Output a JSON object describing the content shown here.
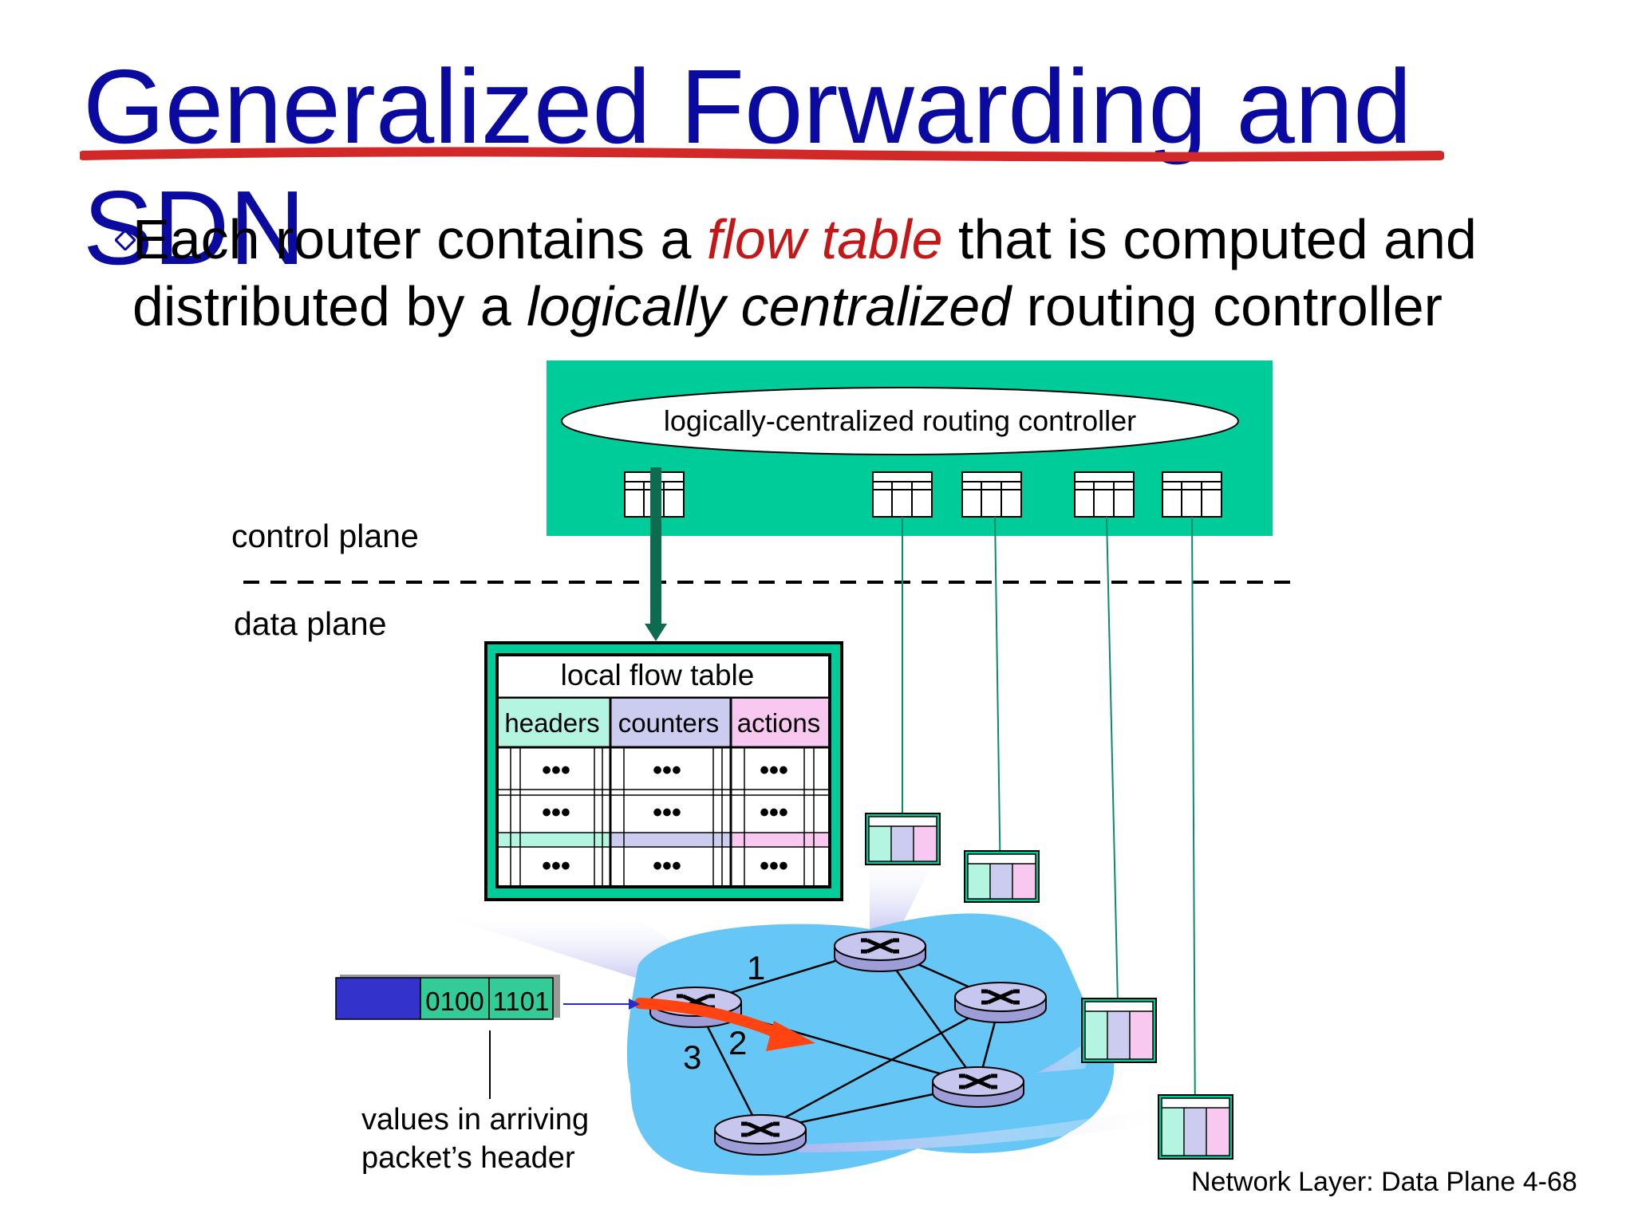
{
  "slide": {
    "title": "Generalized Forwarding and SDN",
    "bullet": {
      "pre": "Each router contains a ",
      "highlight": "flow table",
      "mid": " that is computed and",
      "line2_pre": "distributed by a ",
      "line2_italic": "logically centralized",
      "line2_post": " routing controller"
    }
  },
  "diagram": {
    "controller_label": "logically-centralized routing controller",
    "control_plane_label": "control plane",
    "data_plane_label": "data plane",
    "flow_table": {
      "title": "local flow table",
      "columns": [
        "headers",
        "counters",
        "actions"
      ],
      "ellipsis": "•••"
    },
    "packet": {
      "field1": "0100",
      "field2": "1101"
    },
    "packet_caption_line1": "values in arriving",
    "packet_caption_line2": "packet’s header",
    "port_labels": [
      "1",
      "2",
      "3"
    ]
  },
  "footer": {
    "text": "Network Layer: Data Plane  4-68"
  },
  "colors": {
    "title": "#0a0aa0",
    "accent_red": "#c41818",
    "controller_bg": "#00cc99",
    "network_blue": "#66c6f5",
    "router_fill": "#c6c6ee",
    "headers_col": "#b3f5e0",
    "counters_col": "#ccccf0",
    "actions_col": "#f8c8f0",
    "packet_blue": "#3333cc",
    "packet_green": "#33cc99",
    "route_arrow": "#ff4411"
  }
}
